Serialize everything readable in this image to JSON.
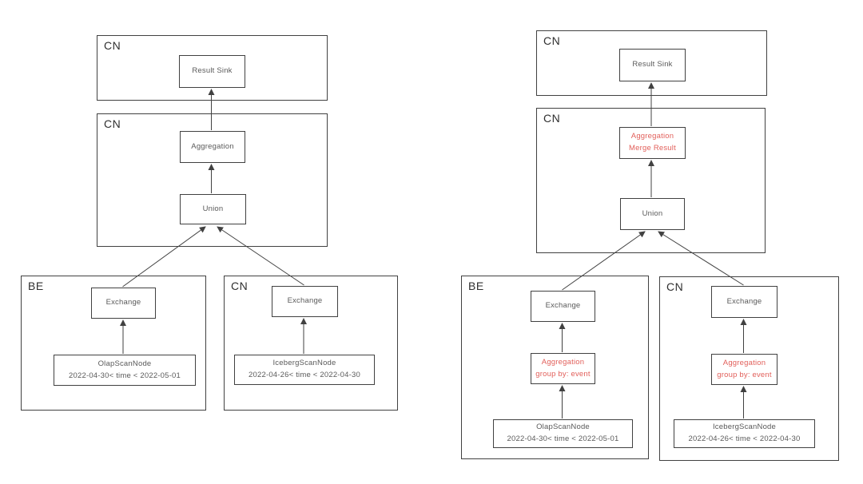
{
  "colors": {
    "border": "#414141",
    "text": "#5a5a5a",
    "label": "#2f2f2f",
    "highlight": "#e2605b",
    "background": "#ffffff"
  },
  "left": {
    "cn_top": {
      "label": "CN",
      "result_sink": "Result Sink"
    },
    "cn_mid": {
      "label": "CN",
      "aggregation": "Aggregation",
      "union": "Union"
    },
    "be": {
      "label": "BE",
      "exchange": "Exchange",
      "scan_name": "OlapScanNode",
      "scan_predicate": "2022-04-30< time < 2022-05-01"
    },
    "cn_bottom": {
      "label": "CN",
      "exchange": "Exchange",
      "scan_name": "IcebergScanNode",
      "scan_predicate": "2022-04-26< time < 2022-04-30"
    },
    "edges": [
      {
        "from": "aggregation",
        "to": "result-sink"
      },
      {
        "from": "union",
        "to": "aggregation"
      },
      {
        "from": "exchange-be",
        "to": "union"
      },
      {
        "from": "exchange-cn",
        "to": "union"
      },
      {
        "from": "olap-scan-node",
        "to": "exchange-be"
      },
      {
        "from": "iceberg-scan-node",
        "to": "exchange-cn"
      }
    ]
  },
  "right": {
    "cn_top": {
      "label": "CN",
      "result_sink": "Result Sink"
    },
    "cn_mid": {
      "label": "CN",
      "aggregation_line1": "Aggregation",
      "aggregation_line2": "Merge Result",
      "union": "Union"
    },
    "be": {
      "label": "BE",
      "exchange": "Exchange",
      "aggregation_line1": "Aggregation",
      "aggregation_line2": "group by: event",
      "scan_name": "OlapScanNode",
      "scan_predicate": "2022-04-30< time < 2022-05-01"
    },
    "cn_bottom": {
      "label": "CN",
      "exchange": "Exchange",
      "aggregation_line1": "Aggregation",
      "aggregation_line2": "group by: event",
      "scan_name": "IcebergScanNode",
      "scan_predicate": "2022-04-26< time < 2022-04-30"
    },
    "edges": [
      {
        "from": "aggregation-merge-result",
        "to": "result-sink"
      },
      {
        "from": "union",
        "to": "aggregation-merge-result"
      },
      {
        "from": "exchange-be",
        "to": "union"
      },
      {
        "from": "exchange-cn",
        "to": "union"
      },
      {
        "from": "aggregation-group-by-be",
        "to": "exchange-be"
      },
      {
        "from": "olap-scan-node",
        "to": "aggregation-group-by-be"
      },
      {
        "from": "aggregation-group-by-cn",
        "to": "exchange-cn"
      },
      {
        "from": "iceberg-scan-node",
        "to": "aggregation-group-by-cn"
      }
    ]
  }
}
